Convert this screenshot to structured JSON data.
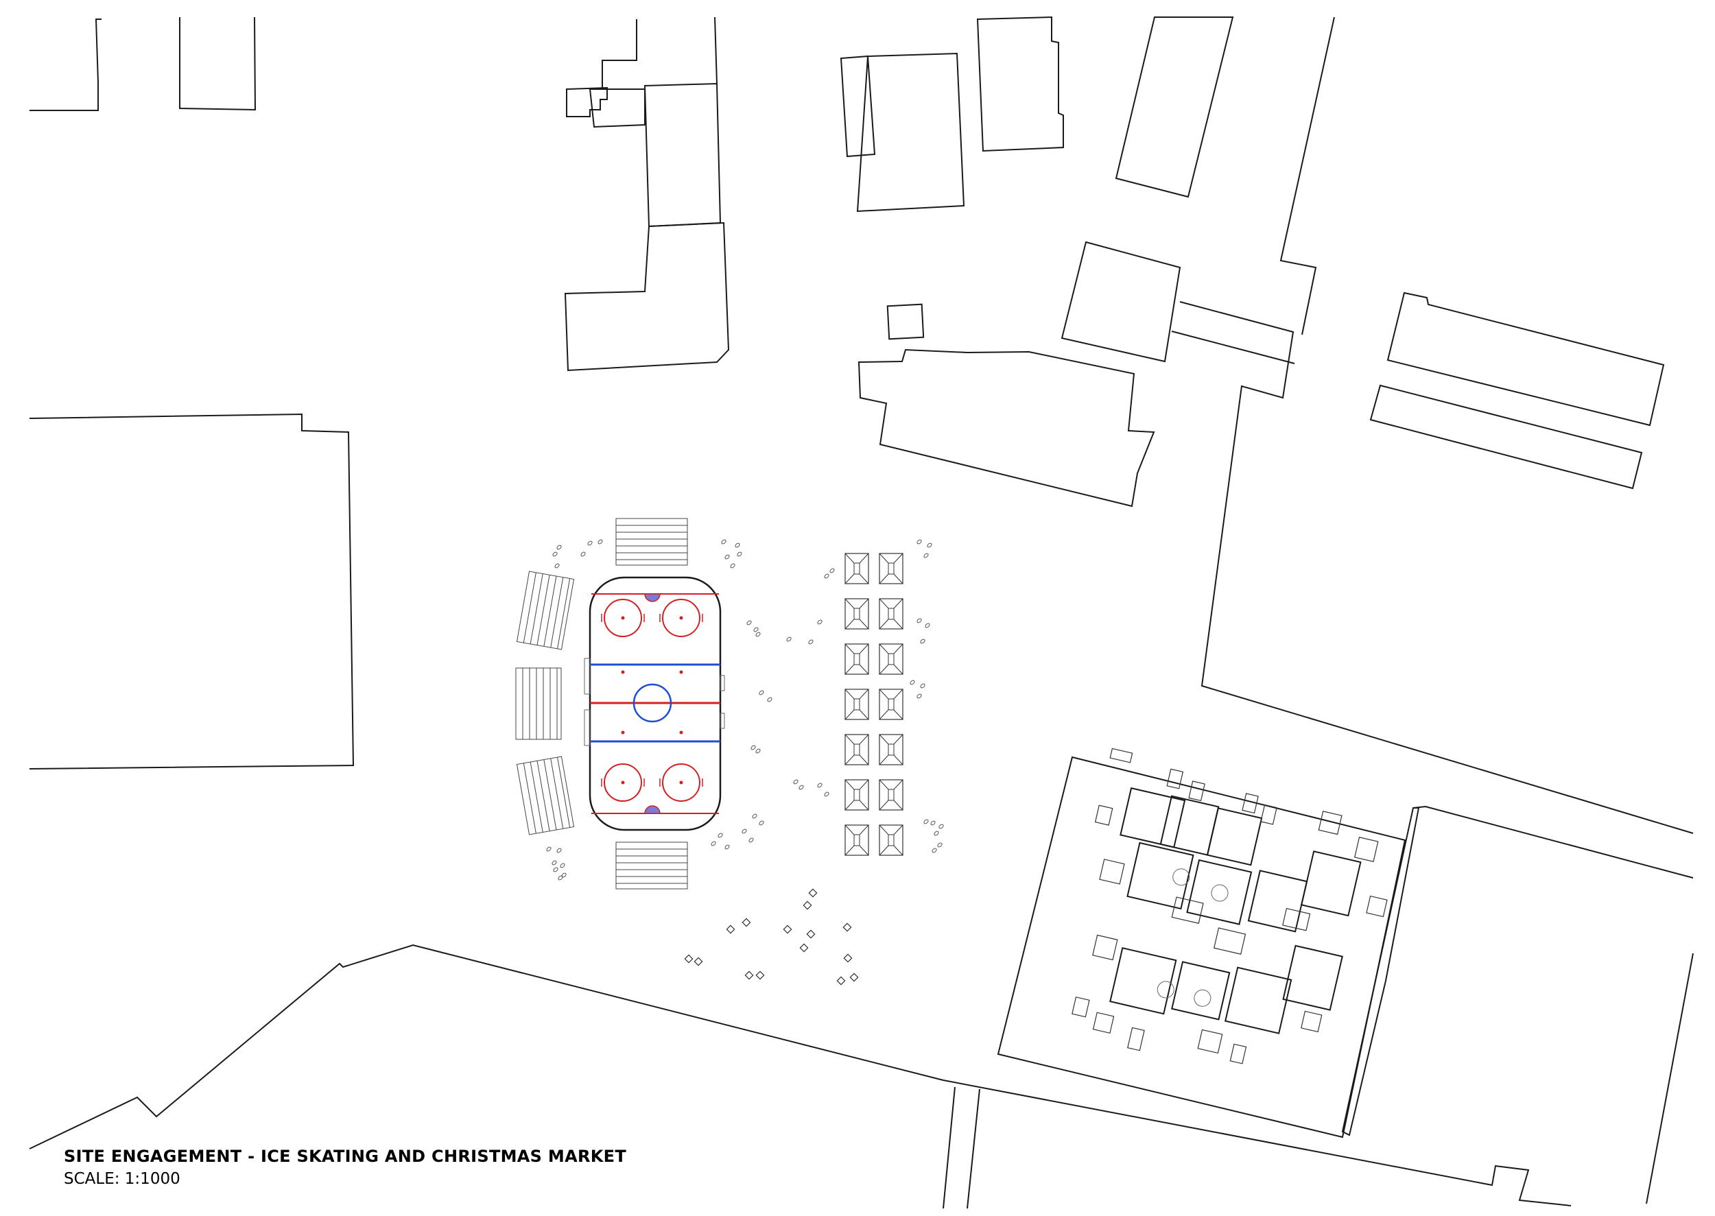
{
  "drawing": {
    "title": "SITE ENGAGEMENT - ICE SKATING AND CHRISTMAS MARKET",
    "scale": "SCALE: 1:1000"
  },
  "colors": {
    "linework": "#1a1a1a",
    "rink_red_lines": "#d42020",
    "rink_blue_lines": "#1f4fd1",
    "faceoff_fill": "#7a7ad8"
  },
  "legend_features": [
    "ice-rink",
    "bleachers",
    "market-stalls",
    "trees",
    "bench-seating",
    "buildings"
  ]
}
